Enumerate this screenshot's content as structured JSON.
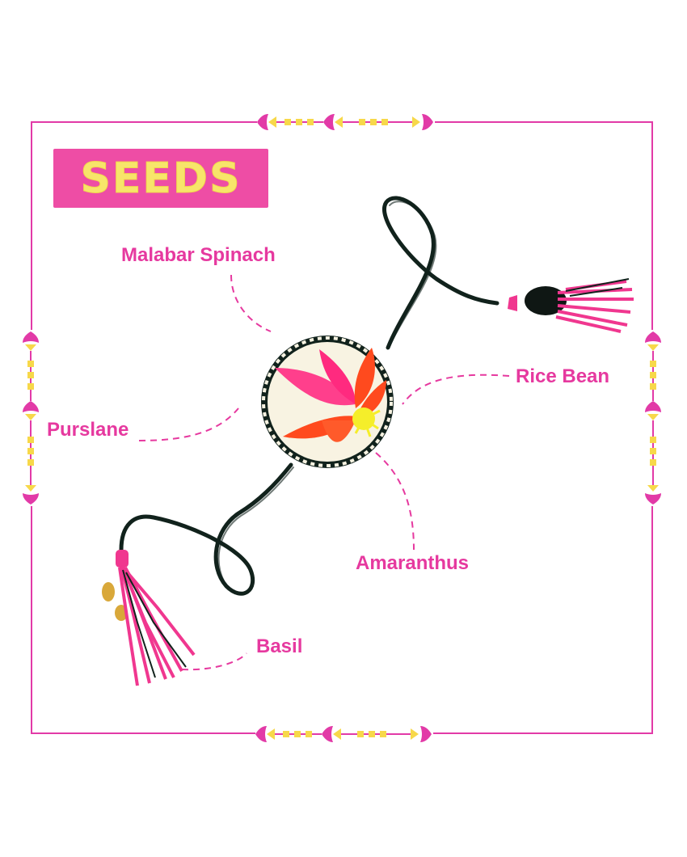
{
  "title": "SEEDS",
  "seed_labels": {
    "malabar_spinach": "Malabar Spinach",
    "rice_bean": "Rice Bean",
    "purslane": "Purslane",
    "amaranthus": "Amaranthus",
    "basil": "Basil"
  },
  "colors": {
    "frame": "#e23aa7",
    "title_bg": "#ee4da5",
    "title_text": "#f7e56a",
    "label_text": "#e6399f",
    "thread": "#11221c",
    "tassel_pink": "#f0378f",
    "embroidery_orange": "#ff4a1e",
    "embroidery_yellow": "#f5ee2a",
    "disc_cream": "#f8f3e2"
  }
}
